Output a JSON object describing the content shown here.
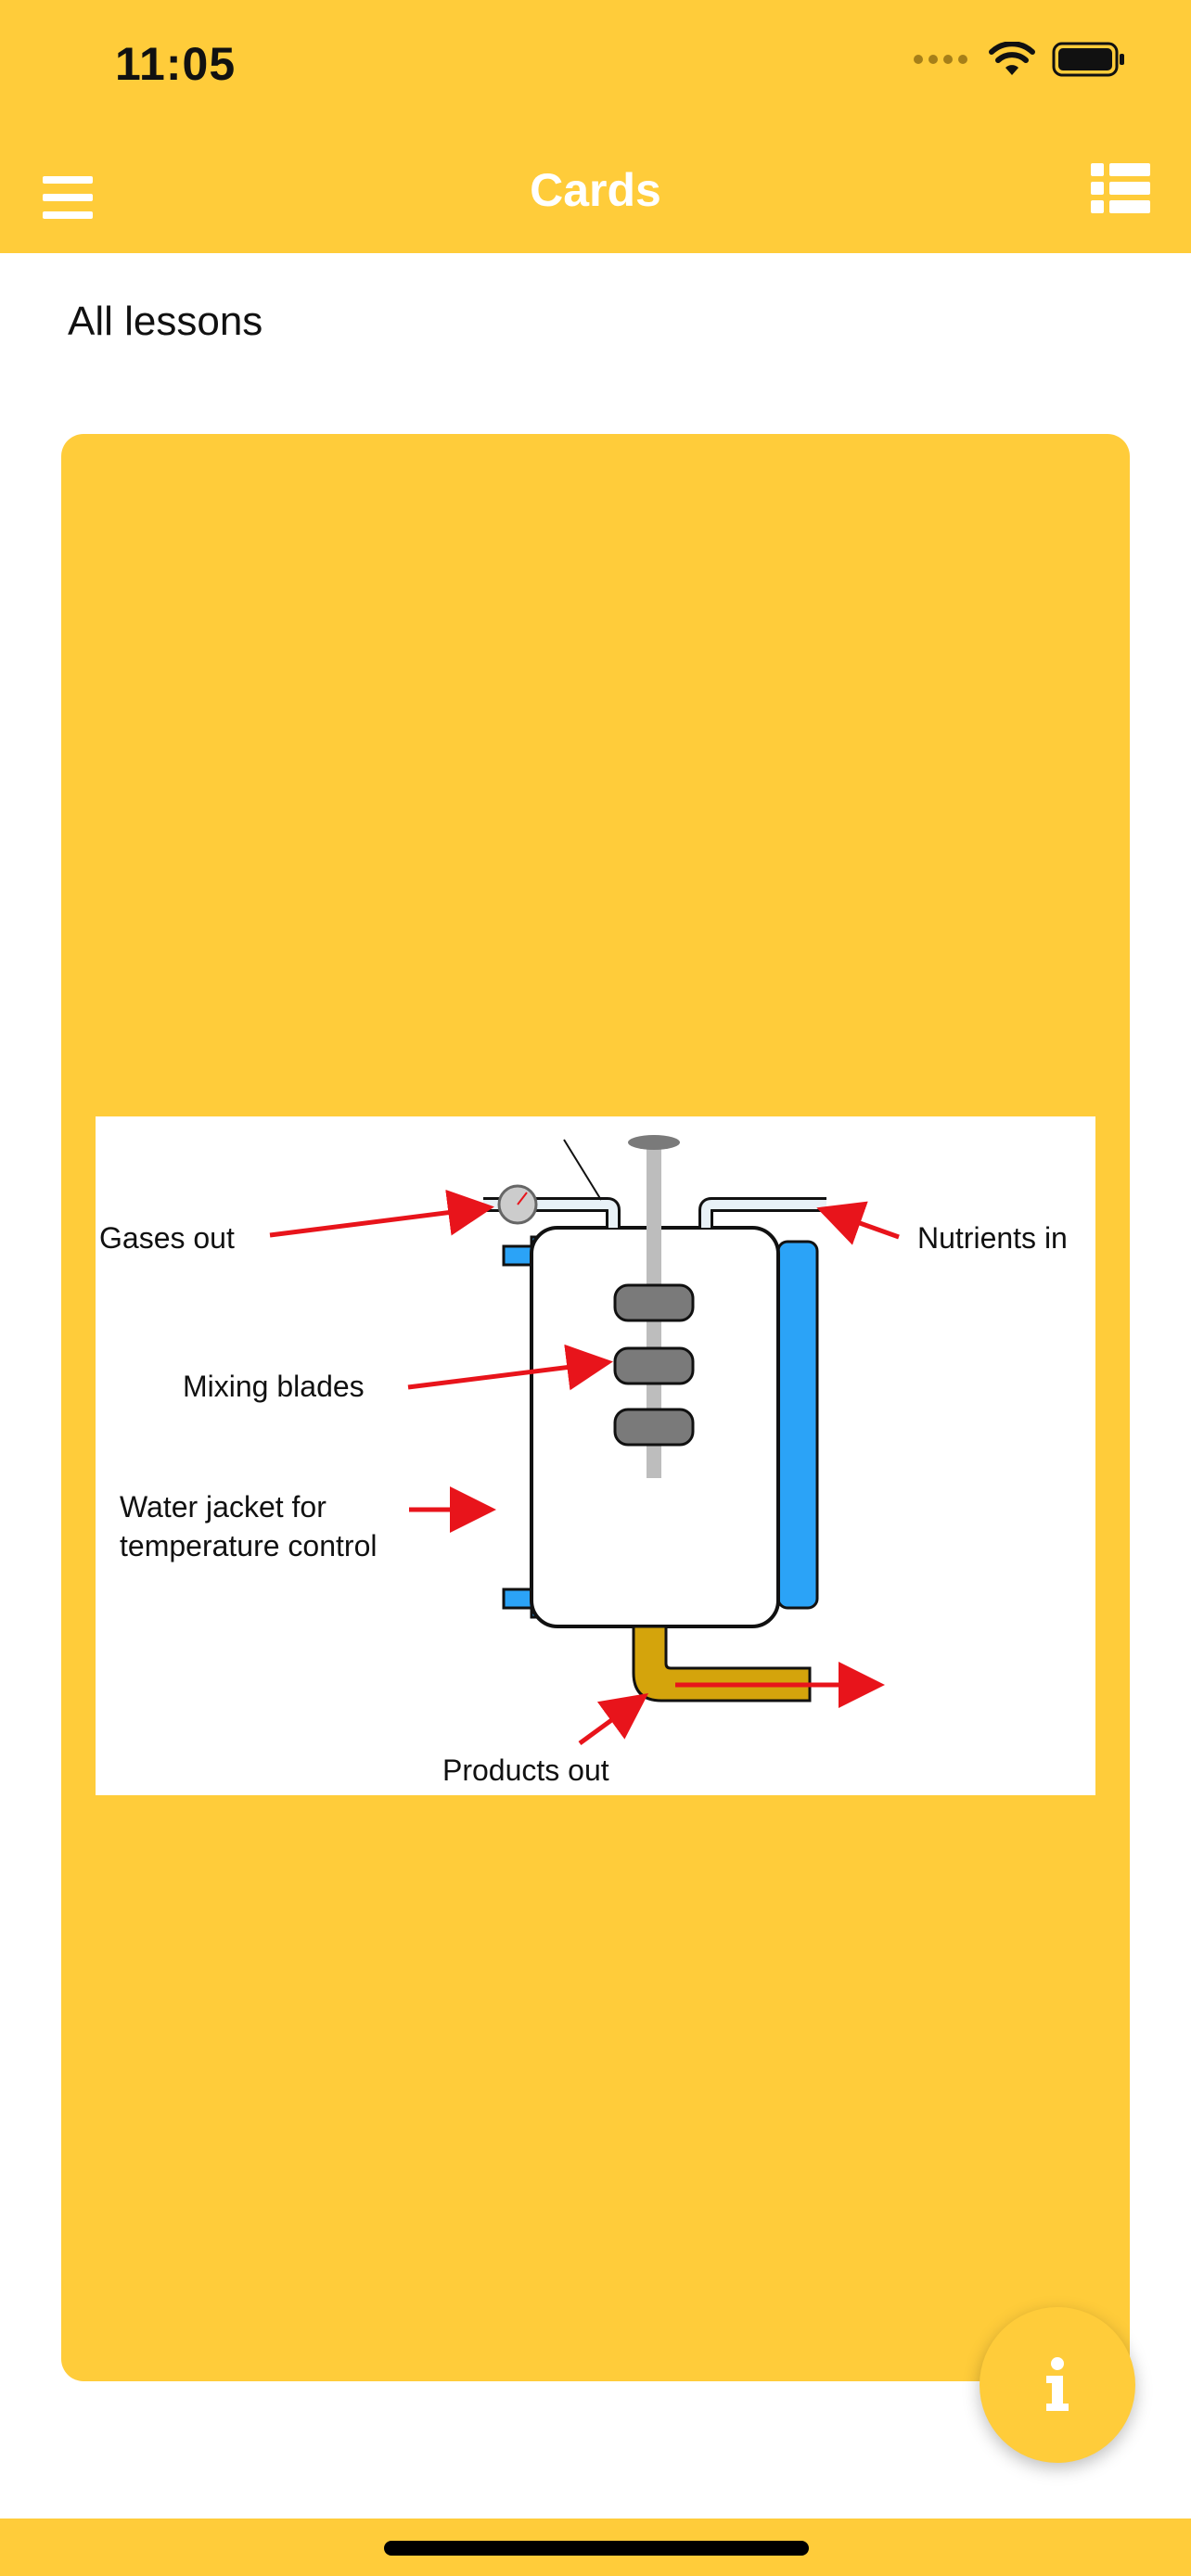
{
  "status_bar": {
    "time": "11:05"
  },
  "nav": {
    "title": "Cards",
    "menu_icon": "hamburger-icon",
    "view_icon": "list-view-icon"
  },
  "breadcrumb": {
    "text": "All lessons"
  },
  "card": {
    "diagram": {
      "labels": {
        "gases_out": "Gases out",
        "nutrients_in": "Nutrients in",
        "mixing_blades": "Mixing blades",
        "water_jacket_line1": "Water jacket for",
        "water_jacket_line2": "temperature control",
        "products_out": "Products out"
      }
    }
  },
  "fab": {
    "icon": "info-icon"
  },
  "colors": {
    "accent": "#FFCC3A",
    "jacket": "#2BA3F7",
    "arrow": "#E8141B",
    "outlet": "#D4A40C",
    "blade": "#7A7A7A"
  }
}
